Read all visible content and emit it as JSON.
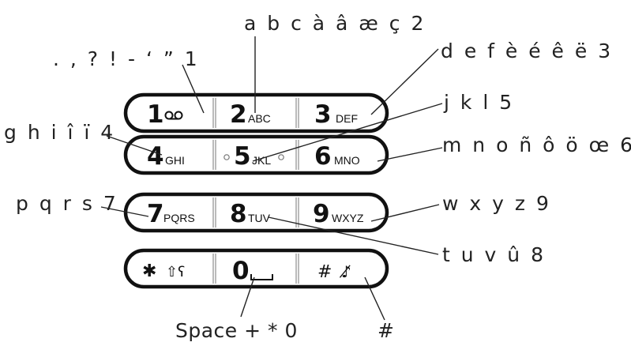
{
  "keys": [
    {
      "id": "1",
      "digit": "1",
      "letters": "",
      "icon": "voicemail-icon"
    },
    {
      "id": "2",
      "digit": "2",
      "letters": "ABC"
    },
    {
      "id": "3",
      "digit": "3",
      "letters": "DEF"
    },
    {
      "id": "4",
      "digit": "4",
      "letters": "GHI"
    },
    {
      "id": "5",
      "digit": "5",
      "letters": "JKL"
    },
    {
      "id": "6",
      "digit": "6",
      "letters": "MNO"
    },
    {
      "id": "7",
      "digit": "7",
      "letters": "PQRS"
    },
    {
      "id": "8",
      "digit": "8",
      "letters": "TUV"
    },
    {
      "id": "9",
      "digit": "9",
      "letters": "WXYZ"
    },
    {
      "id": "star",
      "glyph": "✱",
      "icon": "shift-key-icon",
      "symbol": "⇧ʕ"
    },
    {
      "id": "0",
      "digit": "0",
      "icon": "space-bar-icon"
    },
    {
      "id": "hash",
      "glyph": "#",
      "icon": "mute-bell-icon",
      "symbol": "♪̸"
    }
  ],
  "callouts": {
    "key1": ". , ? ! - ‘ ” 1",
    "key2": "a b c à â æ ç 2",
    "key3": "d e f è é ê ë 3",
    "key4": "g h i î ï 4",
    "key5": "j k l 5",
    "key6": "m n o ñ ô ö œ 6",
    "key7": "p q r s 7",
    "key8": "t u v û 8",
    "key9": "w x y z 9",
    "key0": "Space + * 0",
    "keyhash": "#"
  }
}
